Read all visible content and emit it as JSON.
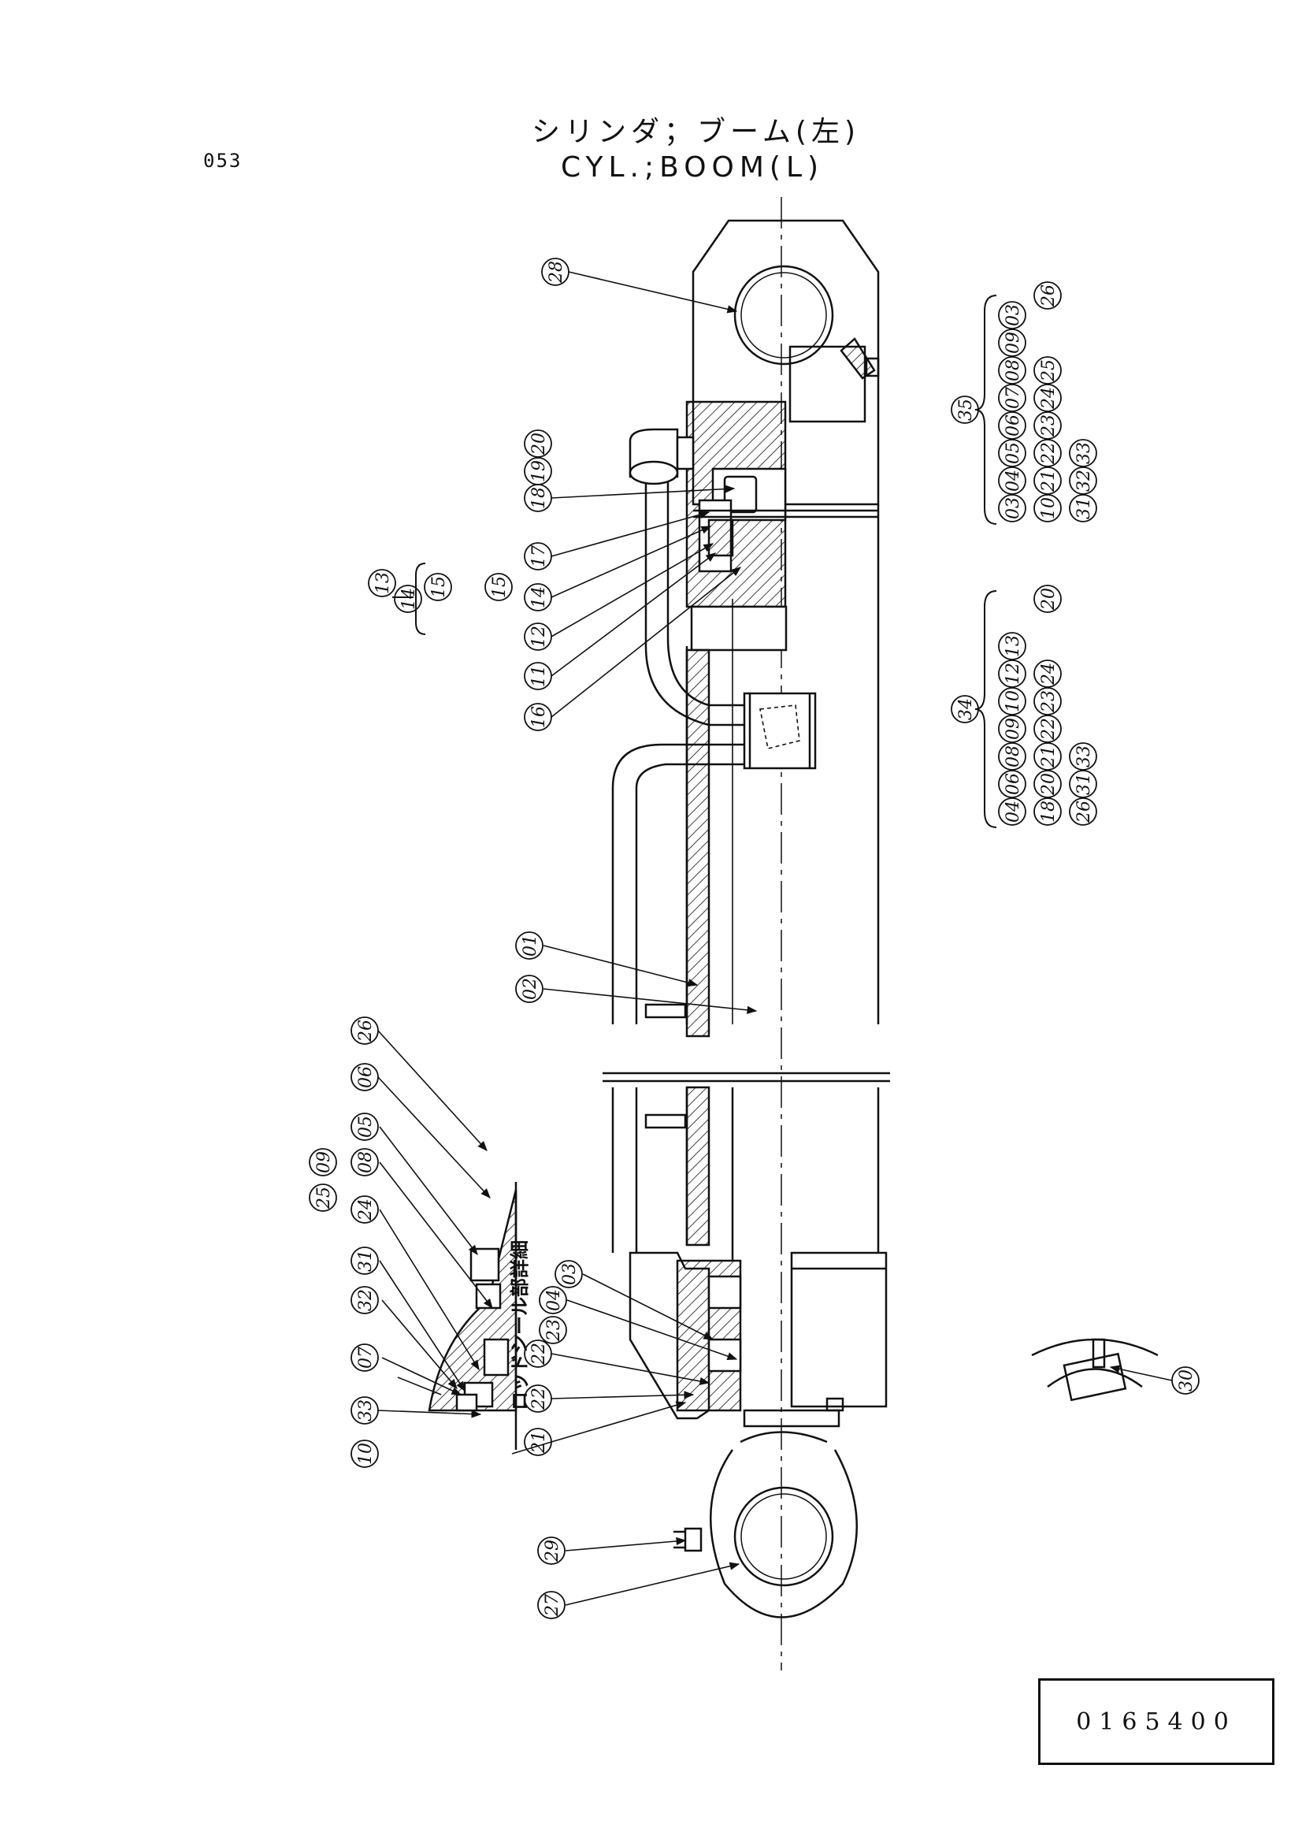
{
  "page_number": "053",
  "title_jp": "シリンダ；ブーム(左)",
  "title_en": "CYL.;BOOM(L)",
  "drawing_code": "0165400",
  "detail_label": "ロッドシール部詳細",
  "colors": {
    "ink": "#111111",
    "paper": "#ffffff"
  },
  "callouts": [
    {
      "id": "c28",
      "num": "28"
    },
    {
      "id": "c18",
      "num": "18"
    },
    {
      "id": "c19",
      "num": "19"
    },
    {
      "id": "c20",
      "num": "20"
    },
    {
      "id": "c17",
      "num": "17"
    },
    {
      "id": "c14",
      "num": "14"
    },
    {
      "id": "c12",
      "num": "12"
    },
    {
      "id": "c11",
      "num": "11"
    },
    {
      "id": "c16",
      "num": "16"
    },
    {
      "id": "c15",
      "num": "15"
    },
    {
      "id": "c13a",
      "num": "13"
    },
    {
      "id": "c14a",
      "num": "14"
    },
    {
      "id": "c15a",
      "num": "15"
    },
    {
      "id": "c01",
      "num": "01"
    },
    {
      "id": "c02",
      "num": "02"
    },
    {
      "id": "c26",
      "num": "26"
    },
    {
      "id": "c06",
      "num": "06"
    },
    {
      "id": "c05",
      "num": "05"
    },
    {
      "id": "c08",
      "num": "08"
    },
    {
      "id": "c09",
      "num": "09"
    },
    {
      "id": "c25",
      "num": "25"
    },
    {
      "id": "c24",
      "num": "24"
    },
    {
      "id": "c31",
      "num": "31"
    },
    {
      "id": "c32",
      "num": "32"
    },
    {
      "id": "c07",
      "num": "07"
    },
    {
      "id": "c33",
      "num": "33"
    },
    {
      "id": "c10",
      "num": "10"
    },
    {
      "id": "c03",
      "num": "03"
    },
    {
      "id": "c04",
      "num": "04"
    },
    {
      "id": "c23",
      "num": "23"
    },
    {
      "id": "c22a",
      "num": "22"
    },
    {
      "id": "c22b",
      "num": "22"
    },
    {
      "id": "c21",
      "num": "21"
    },
    {
      "id": "c29",
      "num": "29"
    },
    {
      "id": "c27",
      "num": "27"
    },
    {
      "id": "c30",
      "num": "30"
    },
    {
      "id": "c35",
      "num": "35"
    },
    {
      "id": "c34",
      "num": "34"
    }
  ],
  "kit35": [
    [
      "03",
      "04",
      "05",
      "06",
      "07",
      "08",
      "09",
      "26"
    ],
    [
      "10",
      "21",
      "22",
      "23",
      "24",
      "25"
    ],
    [
      "31",
      "32",
      "33"
    ]
  ],
  "kit34": [
    [
      "04",
      "06",
      "08",
      "09",
      "10",
      "12",
      "13",
      "20"
    ],
    [
      "18",
      "20",
      "21",
      "22",
      "23",
      "24"
    ],
    [
      "26",
      "31",
      "33"
    ]
  ]
}
